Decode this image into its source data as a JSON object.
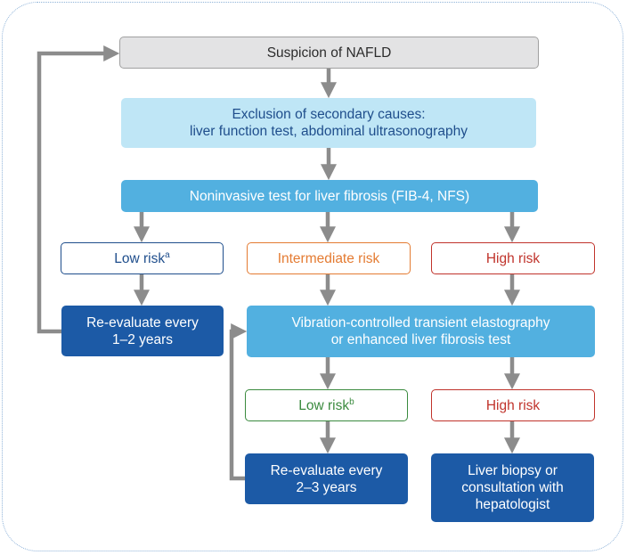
{
  "colors": {
    "connector": "#8c8c8c",
    "dark_blue": "#1c5aa6",
    "mid_blue": "#52b0e0",
    "light_blue": "#bfe6f6",
    "gray": "#e3e3e4",
    "low_risk_first": "#1f4e8c",
    "intermediate": "#e47b32",
    "high": "#c0332b",
    "low_risk_second": "#3a8a3e"
  },
  "nodes": {
    "suspicion": {
      "label": "Suspicion of NAFLD"
    },
    "exclusion": {
      "line1": "Exclusion of secondary causes:",
      "line2": "liver function test, abdominal ultrasonography"
    },
    "noninvasive": {
      "label": "Noninvasive test for liver fibrosis (FIB-4, NFS)"
    },
    "low_risk_a": {
      "label": "Low risk",
      "sup": "a"
    },
    "intermediate_risk": {
      "label": "Intermediate risk"
    },
    "high_risk_1": {
      "label": "High risk"
    },
    "reevaluate_1": {
      "line1": "Re-evaluate every",
      "line2": "1–2 years"
    },
    "elastography": {
      "line1": "Vibration-controlled transient elastography",
      "line2": "or enhanced liver fibrosis test"
    },
    "low_risk_b": {
      "label": "Low risk",
      "sup": "b"
    },
    "high_risk_2": {
      "label": "High risk"
    },
    "reevaluate_2": {
      "line1": "Re-evaluate every",
      "line2": "2–3 years"
    },
    "biopsy": {
      "line1": "Liver biopsy or",
      "line2": "consultation with",
      "line3": "hepatologist"
    }
  }
}
